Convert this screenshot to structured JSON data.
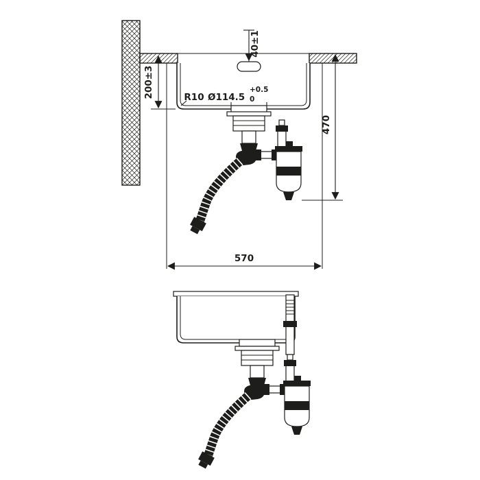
{
  "drawing": {
    "name": "Kitchen sink installation technical drawing (front section and side section)",
    "line_color": "#1d1d1b",
    "bg_color": "#ffffff",
    "dimensions": {
      "overflow_offset": "40±1",
      "bowl_depth": "200±3",
      "corner_radius": "R10",
      "drain_hole_diameter": "Ø114.5",
      "drain_hole_tol_plus": "+0.5",
      "drain_hole_tol_minus": "0",
      "install_height": "470",
      "cabinet_width": "570"
    }
  }
}
